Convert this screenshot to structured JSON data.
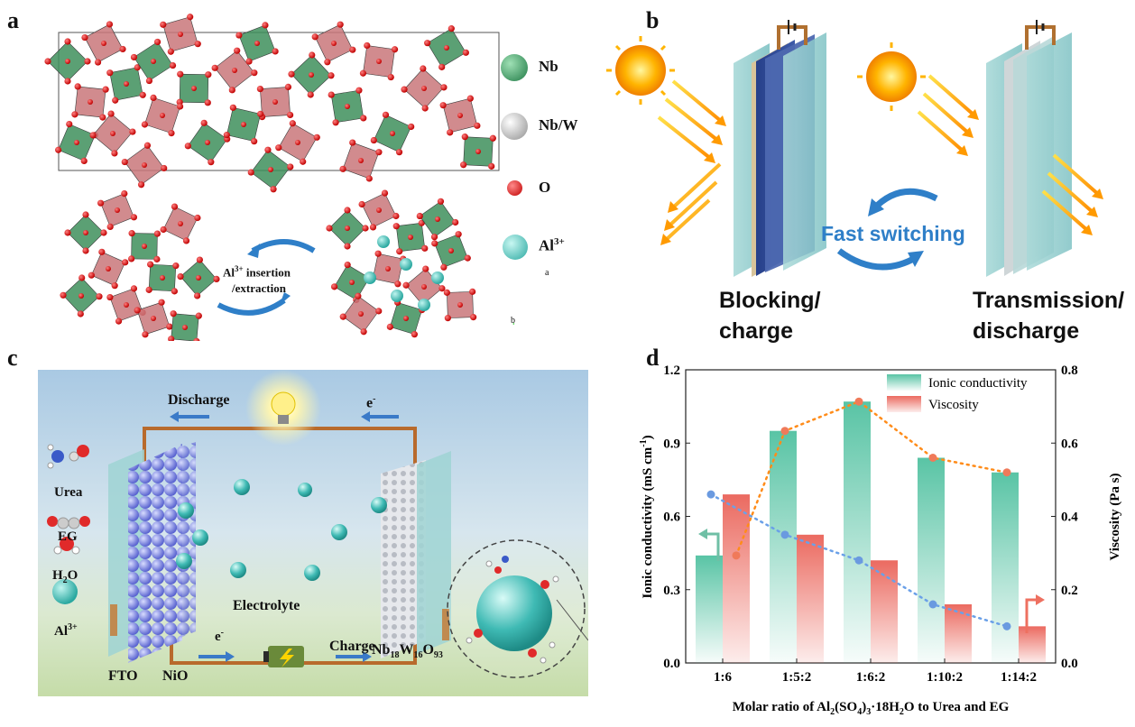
{
  "panels": {
    "a": {
      "letter": "a",
      "legend": [
        {
          "label": "Nb",
          "color": "#2e8b57"
        },
        {
          "label": "Nb/W",
          "color": "#bdbdbd"
        },
        {
          "label": "O",
          "color": "#e01010"
        },
        {
          "label": "Al",
          "sup": "3+",
          "color": "#40c8c0"
        }
      ],
      "insertion_text_1a": "Al",
      "insertion_sup": "3+",
      "insertion_text_1b": "insertion",
      "insertion_text_2": "/extraction",
      "axes": {
        "a": "a",
        "b": "b"
      }
    },
    "b": {
      "letter": "b",
      "left_label_1": "Blocking/",
      "left_label_2": "charge",
      "right_label_1": "Transmission/",
      "right_label_2": "discharge",
      "switch_label": "Fast switching"
    },
    "c": {
      "letter": "c",
      "discharge": "Discharge",
      "electron_top": "e",
      "electron_bottom": "e",
      "electron_sup": "-",
      "charge": "Charge",
      "electrolyte": "Electrolyte",
      "fto": "FTO",
      "nio": "NiO",
      "cathode_main": "Nb",
      "cathode_s1": "18",
      "cathode_w": "W",
      "cathode_s2": "16",
      "cathode_o": "O",
      "cathode_s3": "93",
      "legend": [
        {
          "label": "Urea"
        },
        {
          "label": "EG"
        },
        {
          "label": "H",
          "sub": "2",
          "tail": "O"
        },
        {
          "label": "Al",
          "sup": "3+"
        }
      ]
    },
    "d": {
      "letter": "d"
    }
  },
  "chart_data": {
    "type": "bar",
    "categories": [
      "1:6",
      "1:5:2",
      "1:6:2",
      "1:10:2",
      "1:14:2"
    ],
    "series": [
      {
        "name": "Ionic conductivity",
        "values": [
          0.44,
          0.95,
          1.07,
          0.84,
          0.78
        ],
        "axis": "left",
        "color": "#5cc8a8"
      },
      {
        "name": "Viscosity",
        "values": [
          0.46,
          0.35,
          0.28,
          0.16,
          0.1
        ],
        "axis": "right",
        "color": "#ea6a62"
      }
    ],
    "points_conductivity_line": [
      0.44,
      0.95,
      1.07,
      0.84,
      0.78
    ],
    "points_viscosity_line": [
      0.46,
      0.35,
      0.28,
      0.16,
      0.1
    ],
    "ylabel_left": "Ionic conductivity (mS cm",
    "ylabel_left_sup": "-1",
    "ylabel_left_tail": ")",
    "ylabel_right": "Viscosity (Pa s)",
    "xlabel_parts": [
      "Molar ratio of Al",
      "2",
      "(SO",
      "4",
      ")",
      "3",
      "·18H",
      "2",
      "O to Urea and EG"
    ],
    "ylim_left": [
      0,
      1.2
    ],
    "ylim_right": [
      0,
      0.8
    ],
    "yticks_left": [
      "0.0",
      "0.3",
      "0.6",
      "0.9",
      "1.2"
    ],
    "yticks_right": [
      "0.0",
      "0.2",
      "0.4",
      "0.6",
      "0.8"
    ],
    "legend_position": "top-right"
  }
}
